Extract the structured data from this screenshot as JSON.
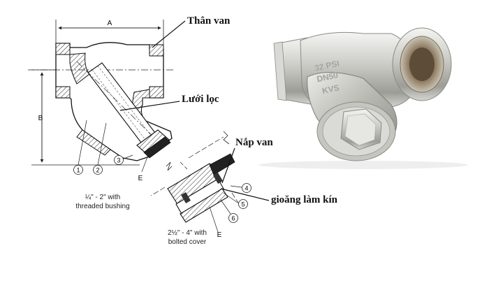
{
  "labels": {
    "body": "Thân van",
    "screen": "Lưới lọc",
    "cover": "Nắp van",
    "gasket": "gioăng làm kín"
  },
  "dimensions": {
    "a": "A",
    "b": "B",
    "e_left": "E",
    "e_right": "E"
  },
  "part_numbers": [
    "1",
    "2",
    "3",
    "4",
    "5",
    "6"
  ],
  "captions": {
    "left_line1": "¼\" - 2\" with",
    "left_line2": "threaded bushing",
    "right_line1": "2½\" - 4\" with",
    "right_line2": "bolted cover"
  },
  "photo": {
    "casting_line1": "32 PSI",
    "casting_line2": "DN50",
    "casting_line3": "KVS"
  }
}
